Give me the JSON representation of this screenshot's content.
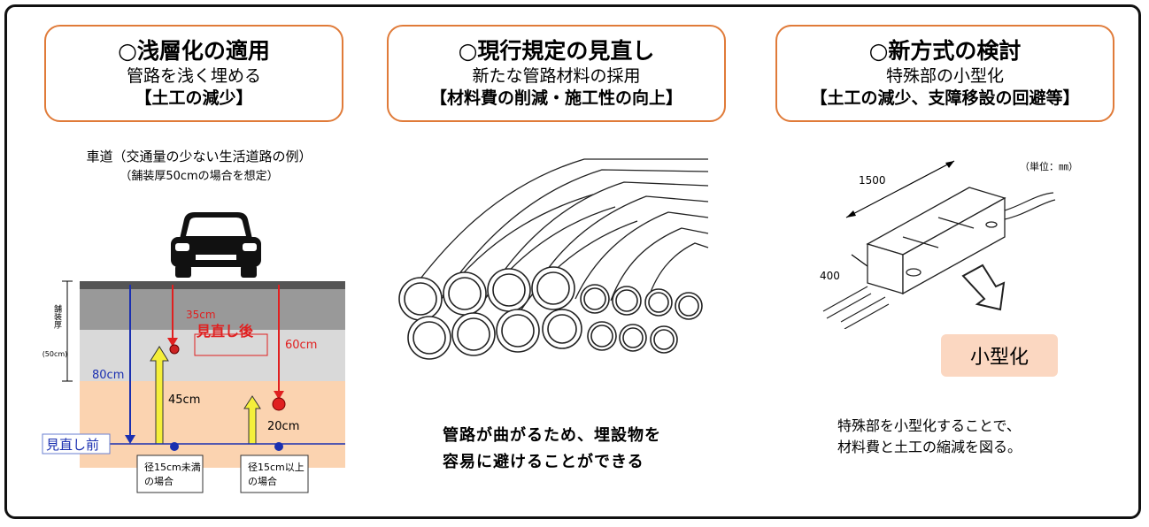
{
  "panel1": {
    "title": "○浅層化の適用",
    "line2": "管路を浅く埋める",
    "line3": "【土工の減少】",
    "caption": "車道（交通量の少ない生活道路の例）",
    "subcaption": "（舗装厚50cmの場合を想定）",
    "diagram": {
      "pave_label": "舗装厚",
      "pave_sub": "(50cm)",
      "label_80": "80cm",
      "label_35": "35cm",
      "label_after": "見直し後",
      "label_60": "60cm",
      "label_45": "45cm",
      "label_20": "20cm",
      "label_before": "見直し前",
      "box_left_1": "径15cm未満",
      "box_left_2": "の場合",
      "box_right_1": "径15cm以上",
      "box_right_2": "の場合"
    }
  },
  "panel2": {
    "title": "○現行規定の見直し",
    "line2": "新たな管路材料の採用",
    "line3": "【材料費の削減・施工性の向上】",
    "body1": "管路が曲がるため、埋設物を",
    "body2": "容易に避けることができる"
  },
  "panel3": {
    "title": "○新方式の検討",
    "line2": "特殊部の小型化",
    "line3": "【土工の減少、支障移設の回避等】",
    "unit": "（単位：㎜）",
    "dim_1500": "1500",
    "dim_400": "400",
    "badge": "小型化",
    "body1": "特殊部を小型化することで、",
    "body2": "材料費と土工の縮減を図る。"
  },
  "colors": {
    "header_border": "#e07b39",
    "road_top": "#555555",
    "pavement": "#999999",
    "base_layer": "#d9d9d9",
    "soil": "#fbd3b0",
    "red": "#e02020",
    "blue": "#1a2fb0",
    "yellow": "#f5ef3a",
    "badge_bg": "#fbd7c1"
  }
}
